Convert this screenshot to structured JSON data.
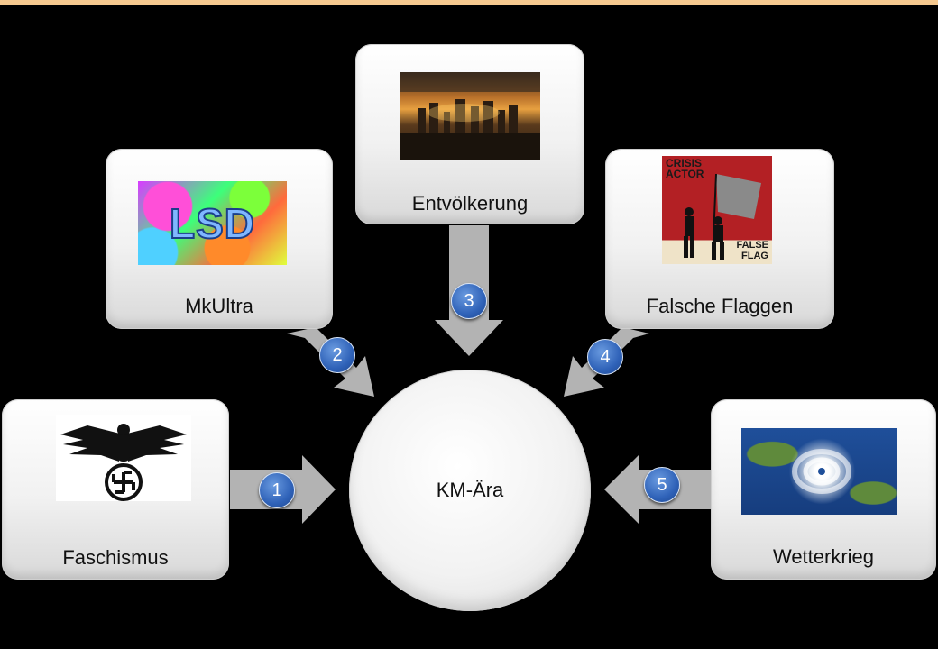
{
  "center": {
    "label": "KM-Ära"
  },
  "nodes": [
    {
      "id": "faschismus",
      "label": "Faschismus",
      "badge": "1",
      "icon": "eagle-swastika-emblem"
    },
    {
      "id": "mkultra",
      "label": "MkUltra",
      "badge": "2",
      "icon": "lsd-psychedelic-image",
      "image_text": "LSD"
    },
    {
      "id": "entvoelkerung",
      "label": "Entvölkerung",
      "badge": "3",
      "icon": "burning-city-image"
    },
    {
      "id": "falsche-flaggen",
      "label": "Falsche Flaggen",
      "badge": "4",
      "icon": "crisis-actor-poster",
      "image_text": {
        "top": "CRISIS ACTOR",
        "bottom": "FALSE FLAG"
      }
    },
    {
      "id": "wetterkrieg",
      "label": "Wetterkrieg",
      "badge": "5",
      "icon": "hurricane-satellite-image"
    }
  ],
  "colors": {
    "background": "#000000",
    "arrow": "#b3b3b3",
    "badge": "#2f62b8",
    "top_strip": "#f6c98f"
  }
}
